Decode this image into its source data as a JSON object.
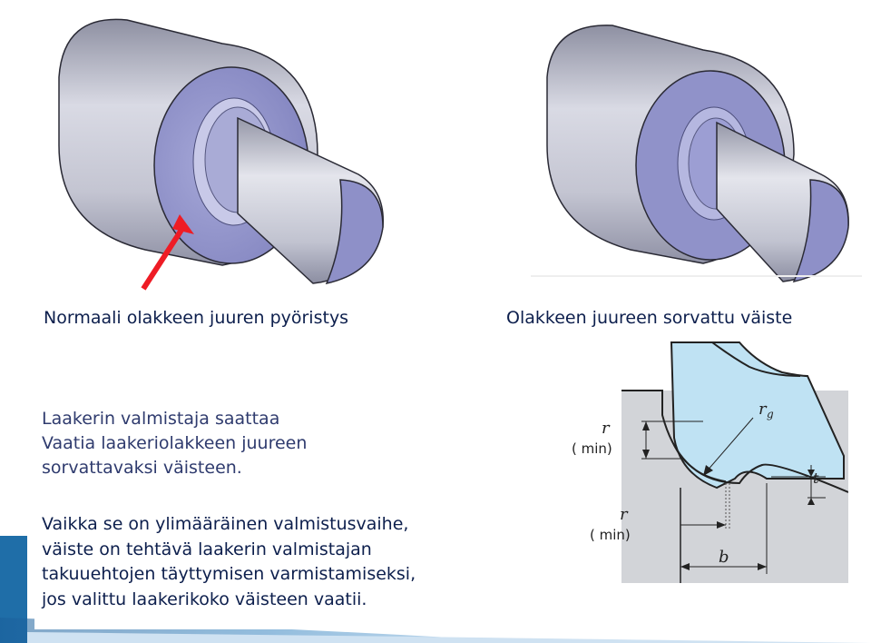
{
  "captions": {
    "left": "Normaali olakkeen juuren pyöristys",
    "right": "Olakkeen juureen sorvattu väiste"
  },
  "paragraph1": {
    "lines": [
      "Laakerin valmistaja saattaa",
      "Vaatia laakeriolakkeen juureen",
      "sorvattavaksi väisteen."
    ]
  },
  "paragraph2": {
    "lines": [
      "Vaikka se on ylimääräinen valmistusvaihe,",
      "väiste on tehtävä laakerin valmistajan",
      "takuuehtojen täyttymisen varmistamiseksi,",
      "jos valittu laakerikoko väisteen vaatii."
    ]
  },
  "diagram": {
    "r_label": "r",
    "min_label": "( min)",
    "rg_label": "r",
    "rg_sub": "g",
    "t_label": "t",
    "b_label": "b"
  },
  "colors": {
    "shaft_gray": "#b4b6c4",
    "face_lavender": "#9c9ed0",
    "bearing_blue": "#bfe2f3",
    "housing_gray": "#d2d4d8",
    "arrow_red": "#ee1c25",
    "ribbon_blue": "#1f6ea8"
  }
}
